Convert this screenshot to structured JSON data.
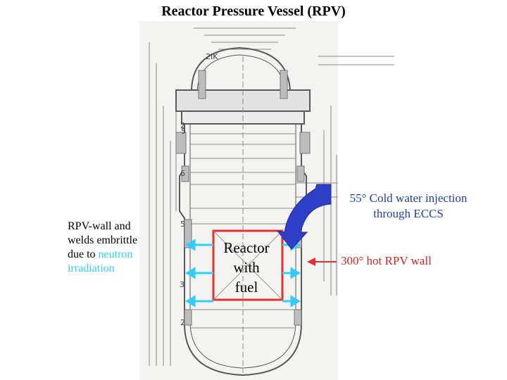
{
  "title": "Reactor Pressure Vessel (RPV)",
  "labels": {
    "embrittle_line1": "RPV-wall and",
    "embrittle_line2": "welds embrittle",
    "embrittle_line3_pre": "due to ",
    "embrittle_line3_hl": "neutron",
    "embrittle_line4": "irradiation",
    "core_line1": "Reactor",
    "core_line2": "with",
    "core_line3": "fuel",
    "cold_line1": "55° Cold water injection",
    "cold_line2": "through ECCS",
    "hot": "300° hot RPV wall"
  },
  "drawing_marks": [
    "2IK",
    "5",
    "6",
    "5",
    "3",
    "2",
    "2"
  ],
  "colors": {
    "title": "#000000",
    "neutron_highlight": "#33ccff",
    "cold_text": "#1f3ea6",
    "cold_arrow": "#2f3fc8",
    "hot_text": "#d32424",
    "hot_arrow": "#e03030",
    "core_box": "#e03030",
    "neutron_arrows": "#33ccff"
  }
}
